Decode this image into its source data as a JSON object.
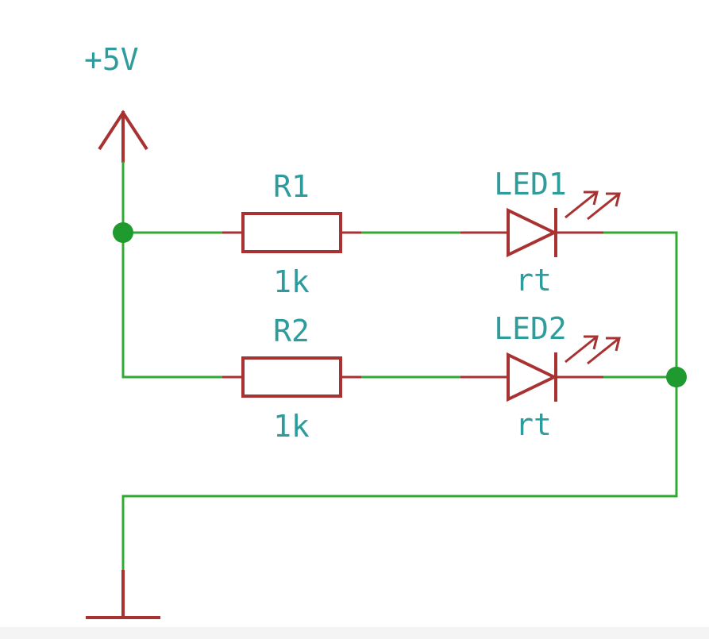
{
  "schematic": {
    "power": {
      "label": "+5V"
    },
    "resistors": [
      {
        "ref": "R1",
        "value": "1k"
      },
      {
        "ref": "R2",
        "value": "1k"
      }
    ],
    "leds": [
      {
        "ref": "LED1",
        "value": "rt"
      },
      {
        "ref": "LED2",
        "value": "rt"
      }
    ],
    "colors": {
      "wire": "#33a833",
      "component": "#a83232",
      "label": "#2e9c9c",
      "junction": "#1e9a2e"
    }
  }
}
